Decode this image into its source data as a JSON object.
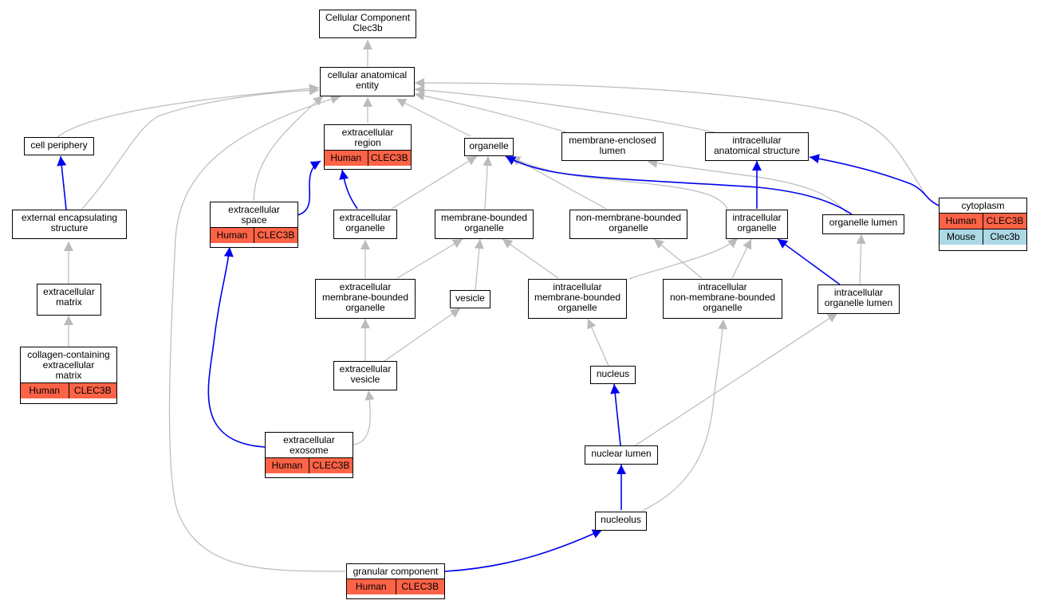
{
  "colors": {
    "is_a": "#bbbbbb",
    "part_of": "#0000ee",
    "human": "#ff6347",
    "mouse": "#add8e6"
  },
  "nodes": {
    "root": {
      "label": "Cellular Component\nClec3b"
    },
    "cae": {
      "label": "cellular anatomical\nentity"
    },
    "cell_periphery": {
      "label": "cell periphery"
    },
    "extracellular_region": {
      "label": "extracellular\nregion",
      "rows": [
        [
          "Human",
          "CLEC3B"
        ]
      ]
    },
    "organelle": {
      "label": "organelle"
    },
    "membrane_enclosed_lumen": {
      "label": "membrane-enclosed\nlumen"
    },
    "intracellular_anatomical_structure": {
      "label": "intracellular\nanatomical structure"
    },
    "cytoplasm": {
      "label": "cytoplasm",
      "rows": [
        [
          "Human",
          "CLEC3B"
        ],
        [
          "Mouse",
          "Clec3b"
        ]
      ]
    },
    "external_encapsulating_structure": {
      "label": "external encapsulating\nstructure"
    },
    "extracellular_space": {
      "label": "extracellular\nspace",
      "rows": [
        [
          "Human",
          "CLEC3B"
        ]
      ]
    },
    "extracellular_organelle": {
      "label": "extracellular\norganelle"
    },
    "membrane_bounded_organelle": {
      "label": "membrane-bounded\norganelle"
    },
    "non_membrane_bounded_organelle": {
      "label": "non-membrane-bounded\norganelle"
    },
    "intracellular_organelle": {
      "label": "intracellular\norganelle"
    },
    "organelle_lumen": {
      "label": "organelle lumen"
    },
    "extracellular_matrix": {
      "label": "extracellular\nmatrix"
    },
    "extracellular_mbo": {
      "label": "extracellular\nmembrane-bounded\norganelle"
    },
    "vesicle": {
      "label": "vesicle"
    },
    "intracellular_mbo": {
      "label": "intracellular\nmembrane-bounded\norganelle"
    },
    "intracellular_nmbo": {
      "label": "intracellular\nnon-membrane-bounded\norganelle"
    },
    "intracellular_organelle_lumen": {
      "label": "intracellular\norganelle lumen"
    },
    "collagen_ecm": {
      "label": "collagen-containing\nextracellular\nmatrix",
      "rows": [
        [
          "Human",
          "CLEC3B"
        ]
      ]
    },
    "extracellular_vesicle": {
      "label": "extracellular\nvesicle"
    },
    "nucleus": {
      "label": "nucleus"
    },
    "extracellular_exosome": {
      "label": "extracellular\nexosome",
      "rows": [
        [
          "Human",
          "CLEC3B"
        ]
      ]
    },
    "nuclear_lumen": {
      "label": "nuclear lumen"
    },
    "nucleolus": {
      "label": "nucleolus"
    },
    "granular_component": {
      "label": "granular component",
      "rows": [
        [
          "Human",
          "CLEC3B"
        ]
      ]
    }
  }
}
